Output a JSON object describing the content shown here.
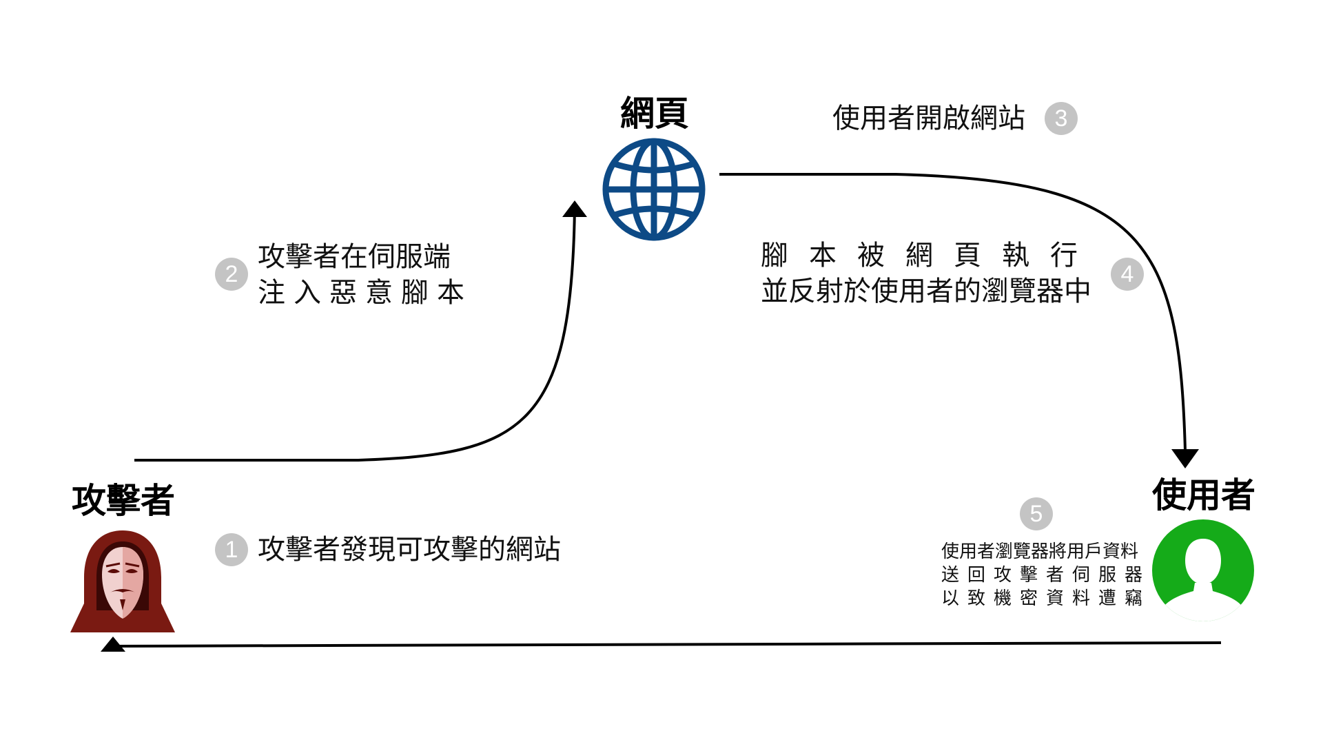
{
  "nodes": {
    "attacker": {
      "title": "攻擊者",
      "icon": "hooded-hacker-icon"
    },
    "webpage": {
      "title": "網頁",
      "icon": "globe-icon"
    },
    "user": {
      "title": "使用者",
      "icon": "user-avatar-icon"
    }
  },
  "steps": [
    {
      "number": "1",
      "lines": [
        "攻擊者發現可攻擊的網站"
      ]
    },
    {
      "number": "2",
      "lines": [
        "攻擊者在伺服端",
        "注入惡意腳本"
      ]
    },
    {
      "number": "3",
      "lines": [
        "使用者開啟網站"
      ]
    },
    {
      "number": "4",
      "lines": [
        "腳本被網頁執行",
        "並反射於使用者的瀏覽器中"
      ]
    },
    {
      "number": "5",
      "lines": [
        "使用者瀏覽器將用戶資料",
        "送回攻擊者伺服器",
        "以致機密資料遭竊"
      ]
    }
  ],
  "colors": {
    "badge": "#c4c4c4",
    "globe": "#0d4a86",
    "attacker_hood": "#7a1a12",
    "user_circle": "#15ab19",
    "arrow": "#000000"
  }
}
